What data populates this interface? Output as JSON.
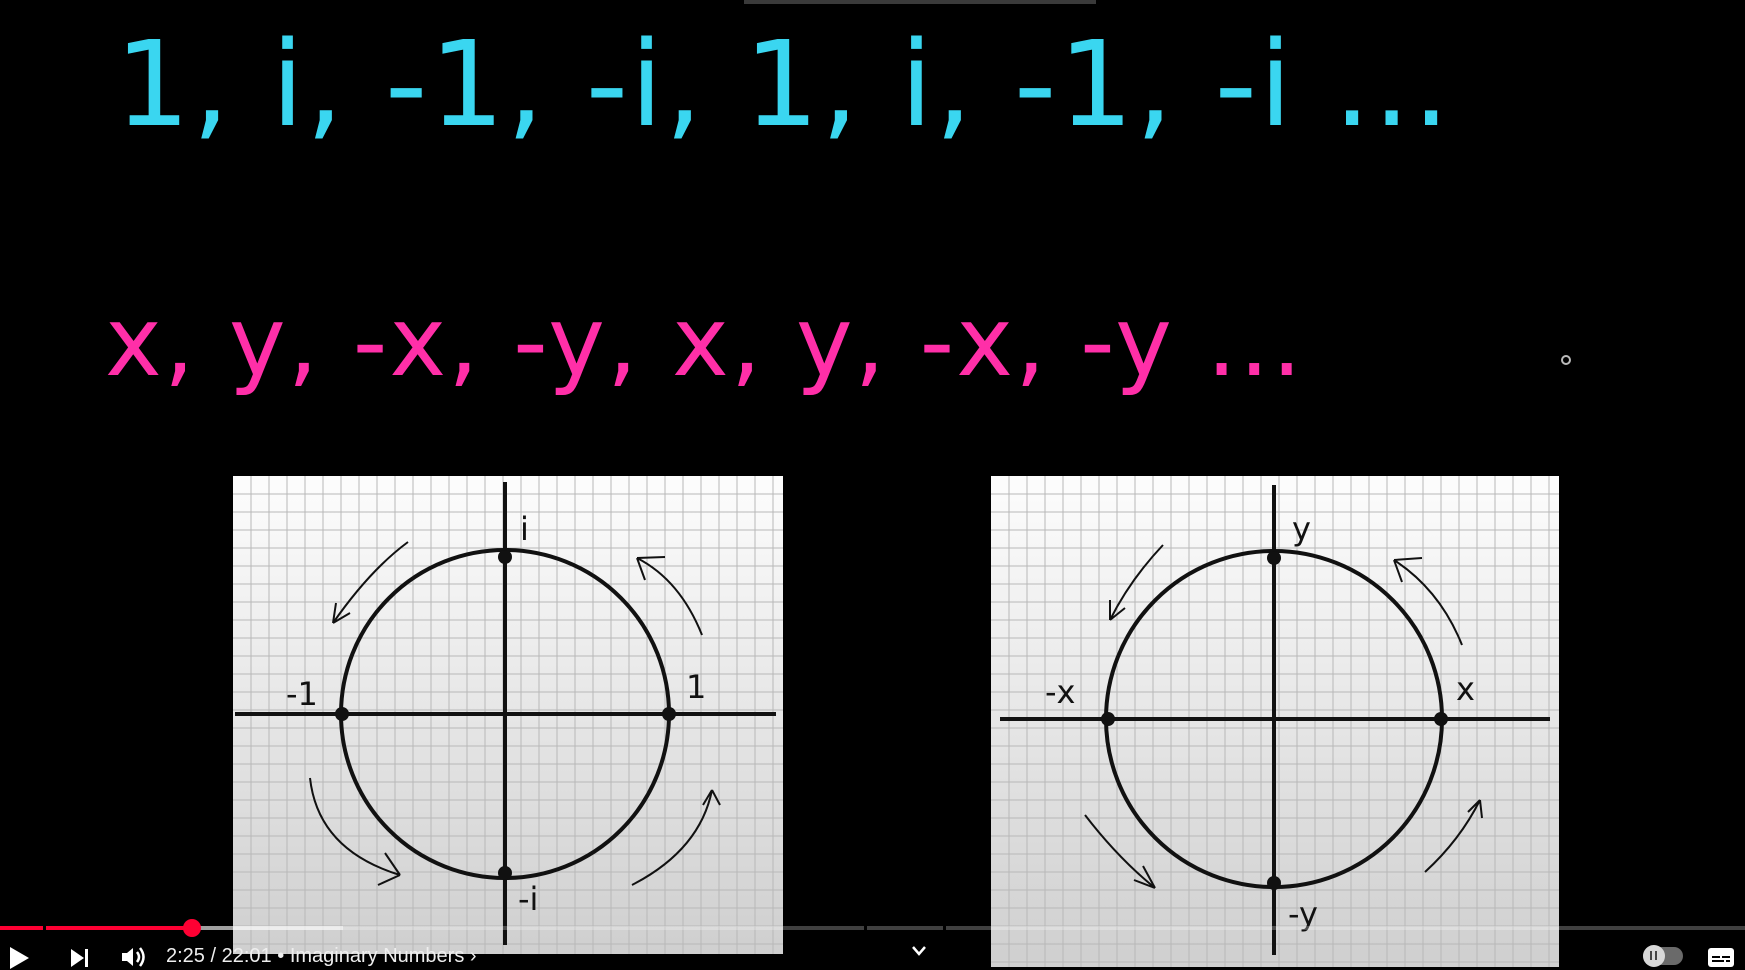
{
  "video": {
    "sequence_top": "1, i, -1, -i, 1, i, -1, -i ...",
    "sequence_bottom": "x, y, -x, -y, x, y, -x, -y ...",
    "diagram_left": {
      "top": "i",
      "bottom": "-i",
      "left": "-1",
      "right": "1"
    },
    "diagram_right": {
      "top": "y",
      "bottom": "-y",
      "left": "-x",
      "right": "x"
    }
  },
  "player": {
    "progress_fraction": 0.1098,
    "current_time": "2:25",
    "separator": "/",
    "duration": "22:01",
    "chapter_bullet": "•",
    "chapter_title": "Imaginary Numbers",
    "chapter_chevron": "›",
    "icons": [
      "play-icon",
      "next-icon",
      "volume-icon",
      "chevron-down-icon",
      "autoplay-toggle-icon",
      "subtitles-icon"
    ],
    "accent_color": "#ff0033"
  }
}
